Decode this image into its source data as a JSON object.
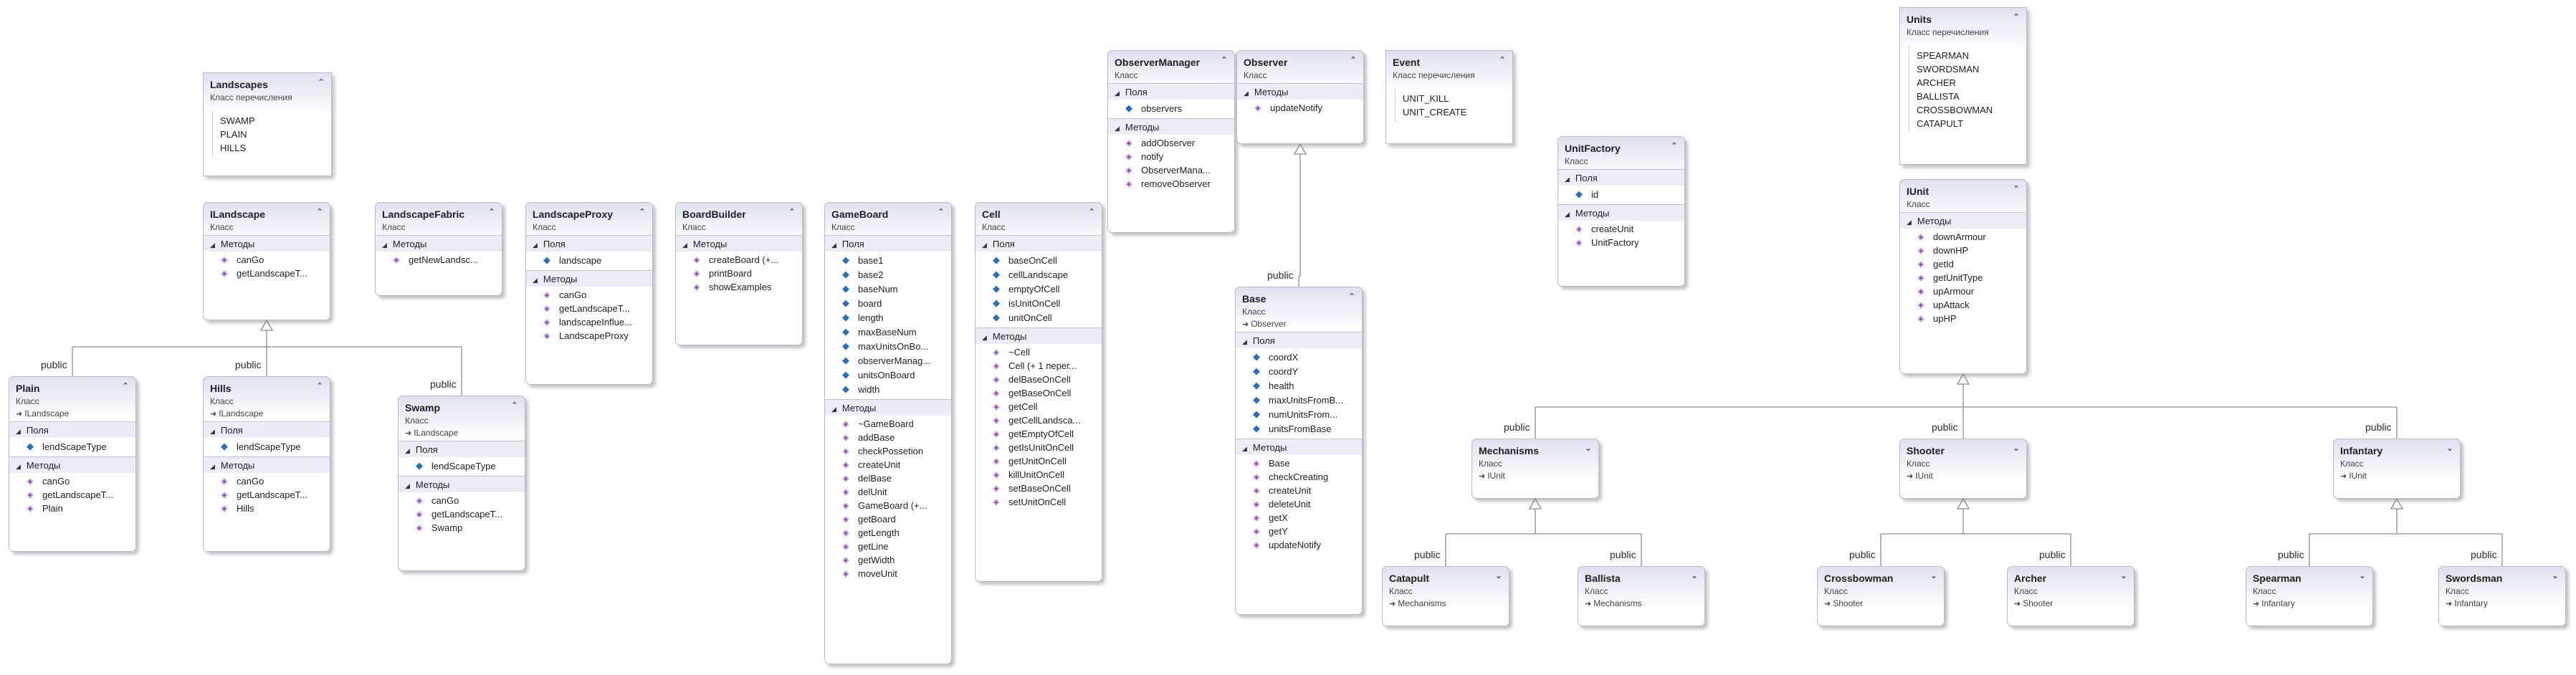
{
  "labels": {
    "class_kind": "Класс",
    "enum_kind": "Класс перечисления",
    "fields_section": "Поля",
    "methods_section": "Методы",
    "inheritance_label": "public"
  },
  "colors": {
    "background": "#ffffff",
    "header_gradient_top": "#dfe1ee",
    "border": "#b9b9c8",
    "method_icon": "#8a3fbf",
    "field_icon": "#2a6fbf",
    "connector": "#8c8c8c"
  },
  "icons": {
    "collapse": "double-chevron-up-icon",
    "expand": "double-chevron-down-icon",
    "method": "method-icon",
    "field": "field-icon",
    "section_toggle": "section-collapse-icon",
    "base_class": "inherits-arrow-icon"
  },
  "shapes": [
    {
      "id": "landscapes",
      "kind": "enum",
      "name": "Landscapes",
      "values": [
        "SWAMP",
        "PLAIN",
        "HILLS"
      ]
    },
    {
      "id": "ilandscape",
      "kind": "class",
      "name": "ILandscape",
      "methods": [
        "canGo",
        "getLandscapeT..."
      ]
    },
    {
      "id": "landscapefabric",
      "kind": "class",
      "name": "LandscapeFabric",
      "methods": [
        "getNewLandsc..."
      ]
    },
    {
      "id": "landscapeproxy",
      "kind": "class",
      "name": "LandscapeProxy",
      "fields": [
        "landscape"
      ],
      "methods": [
        "canGo",
        "getLandscapeT...",
        "landscapeInflue...",
        "LandscapeProxy"
      ]
    },
    {
      "id": "boardbuilder",
      "kind": "class",
      "name": "BoardBuilder",
      "methods": [
        "createBoard (+...",
        "printBoard",
        "showExamples"
      ]
    },
    {
      "id": "gameboard",
      "kind": "class",
      "name": "GameBoard",
      "fields": [
        "base1",
        "base2",
        "baseNum",
        "board",
        "length",
        "maxBaseNum",
        "maxUnitsOnBo...",
        "observerManag...",
        "unitsOnBoard",
        "width"
      ],
      "methods": [
        "~GameBoard",
        "addBase",
        "checkPossetion",
        "createUnit",
        "delBase",
        "delUnit",
        "GameBoard (+...",
        "getBoard",
        "getLength",
        "getLine",
        "getWidth",
        "moveUnit"
      ]
    },
    {
      "id": "cell",
      "kind": "class",
      "name": "Cell",
      "fields": [
        "baseOnCell",
        "cellLandscape",
        "emptyOfCell",
        "isUnitOnCell",
        "unitOnCell"
      ],
      "methods": [
        "~Cell",
        "Cell (+ 1 перег...",
        "delBaseOnCell",
        "getBaseOnCell",
        "getCell",
        "getCellLandsca...",
        "getEmptyOfCell",
        "getIsUnitOnCell",
        "getUnitOnCell",
        "killUnitOnCell",
        "setBaseOnCell",
        "setUnitOnCell"
      ]
    },
    {
      "id": "observermanager",
      "kind": "class",
      "name": "ObserverManager",
      "fields": [
        "observers"
      ],
      "methods": [
        "addObserver",
        "notify",
        "ObserverMana...",
        "removeObserver"
      ]
    },
    {
      "id": "observer",
      "kind": "class",
      "name": "Observer",
      "methods": [
        "updateNotify"
      ]
    },
    {
      "id": "event",
      "kind": "enum",
      "name": "Event",
      "values": [
        "UNIT_KILL",
        "UNIT_CREATE"
      ]
    },
    {
      "id": "unitfactory",
      "kind": "class",
      "name": "UnitFactory",
      "fields": [
        "id"
      ],
      "methods": [
        "createUnit",
        "UnitFactory"
      ]
    },
    {
      "id": "units",
      "kind": "enum",
      "name": "Units",
      "values": [
        "SPEARMAN",
        "SWORDSMAN",
        "ARCHER",
        "BALLISTA",
        "CROSSBOWMAN",
        "CATAPULT"
      ]
    },
    {
      "id": "iunit",
      "kind": "class",
      "name": "IUnit",
      "methods": [
        "downArmour",
        "downHP",
        "getId",
        "getUnitType",
        "upArmour",
        "upAttack",
        "upHP"
      ]
    },
    {
      "id": "plain",
      "kind": "class",
      "name": "Plain",
      "base": "ILandscape",
      "fields": [
        "lendScapeType"
      ],
      "methods": [
        "canGo",
        "getLandscapeT...",
        "Plain"
      ]
    },
    {
      "id": "hills",
      "kind": "class",
      "name": "Hills",
      "base": "ILandscape",
      "fields": [
        "lendScapeType"
      ],
      "methods": [
        "canGo",
        "getLandscapeT...",
        "Hills"
      ]
    },
    {
      "id": "swamp",
      "kind": "class",
      "name": "Swamp",
      "base": "ILandscape",
      "fields": [
        "lendScapeType"
      ],
      "methods": [
        "canGo",
        "getLandscapeT...",
        "Swamp"
      ]
    },
    {
      "id": "base",
      "kind": "class",
      "name": "Base",
      "base": "Observer",
      "fields": [
        "coordX",
        "coordY",
        "health",
        "maxUnitsFromB...",
        "numUnitsFrom...",
        "unitsFromBase"
      ],
      "methods": [
        "Base",
        "checkCreating",
        "createUnit",
        "deleteUnit",
        "getX",
        "getY",
        "updateNotify"
      ]
    },
    {
      "id": "mechanisms",
      "kind": "class",
      "name": "Mechanisms",
      "base": "IUnit",
      "collapsed": true
    },
    {
      "id": "shooter",
      "kind": "class",
      "name": "Shooter",
      "base": "IUnit",
      "collapsed": true
    },
    {
      "id": "infantry",
      "kind": "class",
      "name": "Infantary",
      "base": "IUnit",
      "collapsed": true
    },
    {
      "id": "catapult",
      "kind": "class",
      "name": "Catapult",
      "base": "Mechanisms",
      "collapsed": true
    },
    {
      "id": "ballista",
      "kind": "class",
      "name": "Ballista",
      "base": "Mechanisms",
      "collapsed": true
    },
    {
      "id": "crossbowman",
      "kind": "class",
      "name": "Crossbowman",
      "base": "Shooter",
      "collapsed": true
    },
    {
      "id": "archer",
      "kind": "class",
      "name": "Archer",
      "base": "Shooter",
      "collapsed": true
    },
    {
      "id": "spearman",
      "kind": "class",
      "name": "Spearman",
      "base": "Infantary",
      "collapsed": true
    },
    {
      "id": "swordsman",
      "kind": "class",
      "name": "Swordsman",
      "base": "Infantary",
      "collapsed": true
    }
  ]
}
